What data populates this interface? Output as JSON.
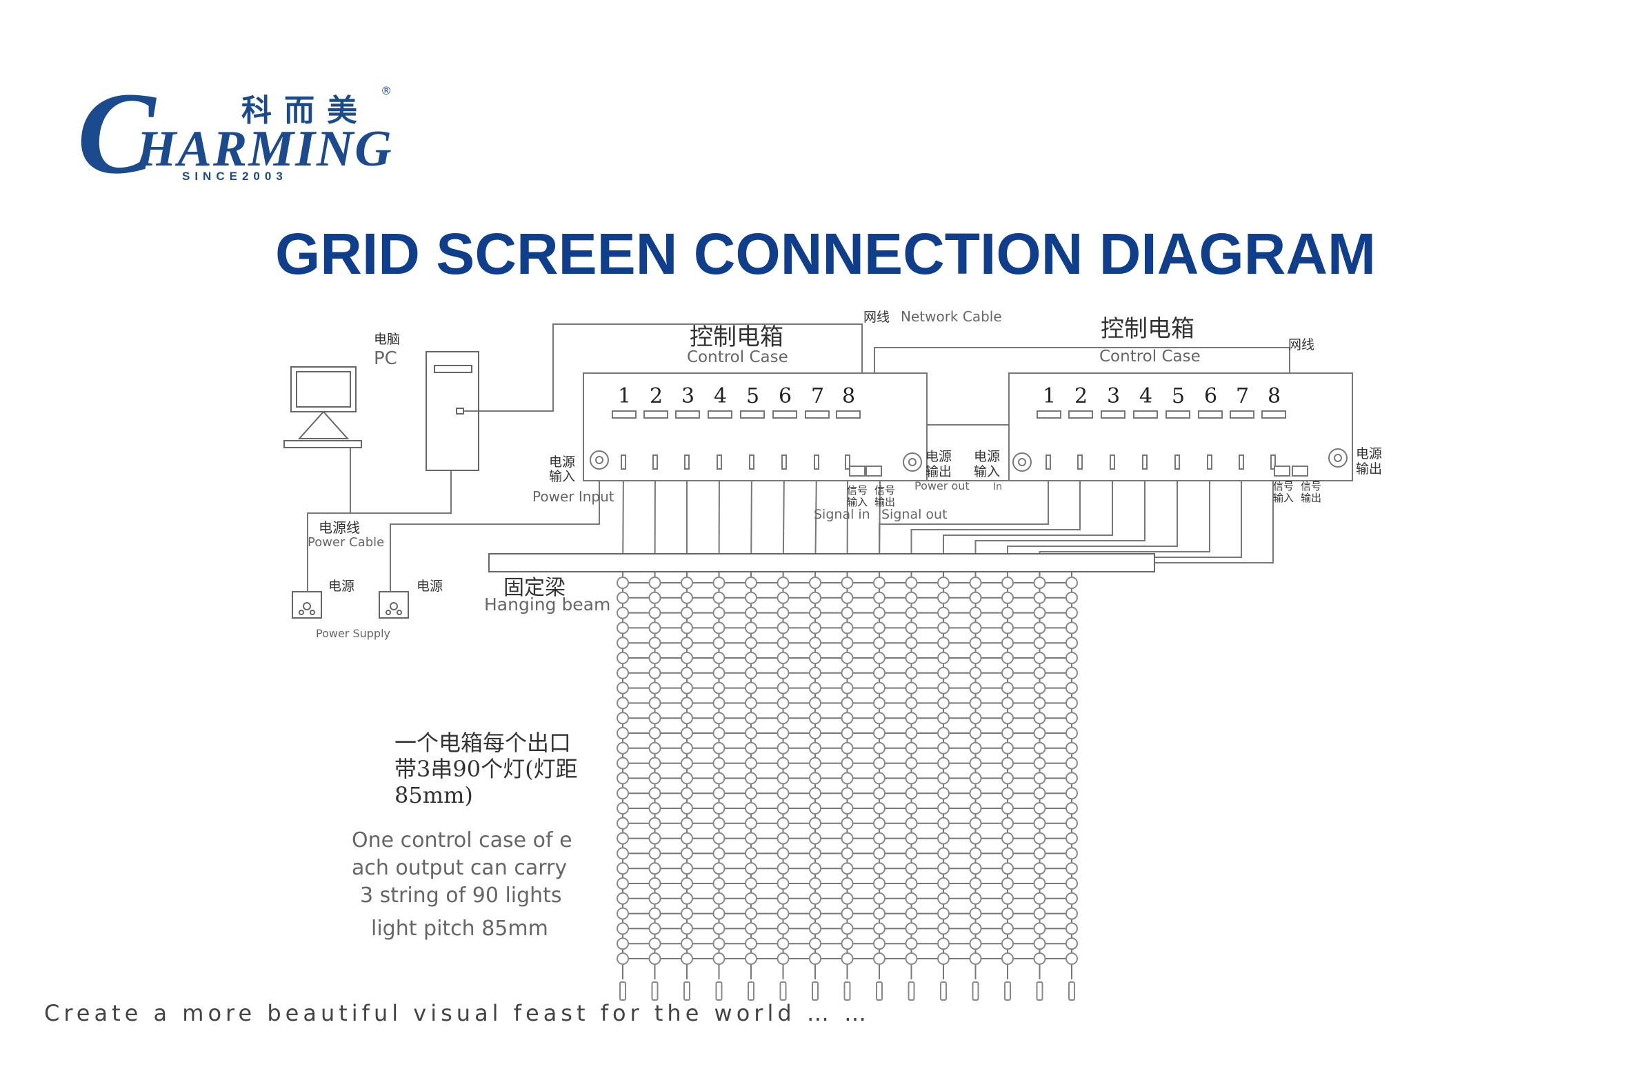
{
  "brand": {
    "name_cn": "科而美",
    "name_en": "CHARMING",
    "since": "SINCE2003",
    "color": "#1b4a8e"
  },
  "title": "GRID SCREEN CONNECTION DIAGRAM",
  "title_color": "#0f3f8c",
  "footer": "Create a more beautiful visual feast for the world … …",
  "diagram": {
    "pc": {
      "cn": "电脑",
      "en": "PC"
    },
    "network_cable": {
      "cn": "网线",
      "en": "Network Cable"
    },
    "network_cable_2": {
      "cn": "网线"
    },
    "control_case_1": {
      "cn": "控制电箱",
      "en": "Control Case"
    },
    "control_case_2": {
      "cn": "控制电箱",
      "en": "Control Case"
    },
    "port_numbers": [
      "1",
      "2",
      "3",
      "4",
      "5",
      "6",
      "7",
      "8"
    ],
    "power_input": {
      "cn1": "电源",
      "cn2": "输入",
      "en": "Power Input"
    },
    "signal_in": {
      "cn1": "信号",
      "cn2": "输入",
      "en": "Signal in"
    },
    "signal_out": {
      "cn1": "信号",
      "cn2": "输出",
      "en": "Signal out"
    },
    "power_out": {
      "cn1": "电源",
      "cn2": "输出",
      "en": "Power out"
    },
    "power_in_2": {
      "cn1": "电源",
      "cn2": "输入",
      "en": "In"
    },
    "signal_in_2": {
      "cn1": "信号",
      "cn2": "输入"
    },
    "signal_out_2": {
      "cn1": "信号",
      "cn2": "输出"
    },
    "power_out_2": {
      "cn1": "电源",
      "cn2": "输出"
    },
    "power_cable": {
      "cn": "电源线",
      "en": "Power Cable"
    },
    "power_supply": {
      "cn1": "电源",
      "cn2": "电源",
      "en": "Power Supply"
    },
    "hanging_beam": {
      "cn": "固定梁",
      "en": "Hanging beam"
    },
    "note_cn": [
      "一个电箱每个出口",
      "带3串90个灯(灯距",
      "85mm)"
    ],
    "note_en": [
      "One control case of e",
      "ach output can carry",
      "3 string of 90 lights",
      "light pitch 85mm"
    ]
  }
}
